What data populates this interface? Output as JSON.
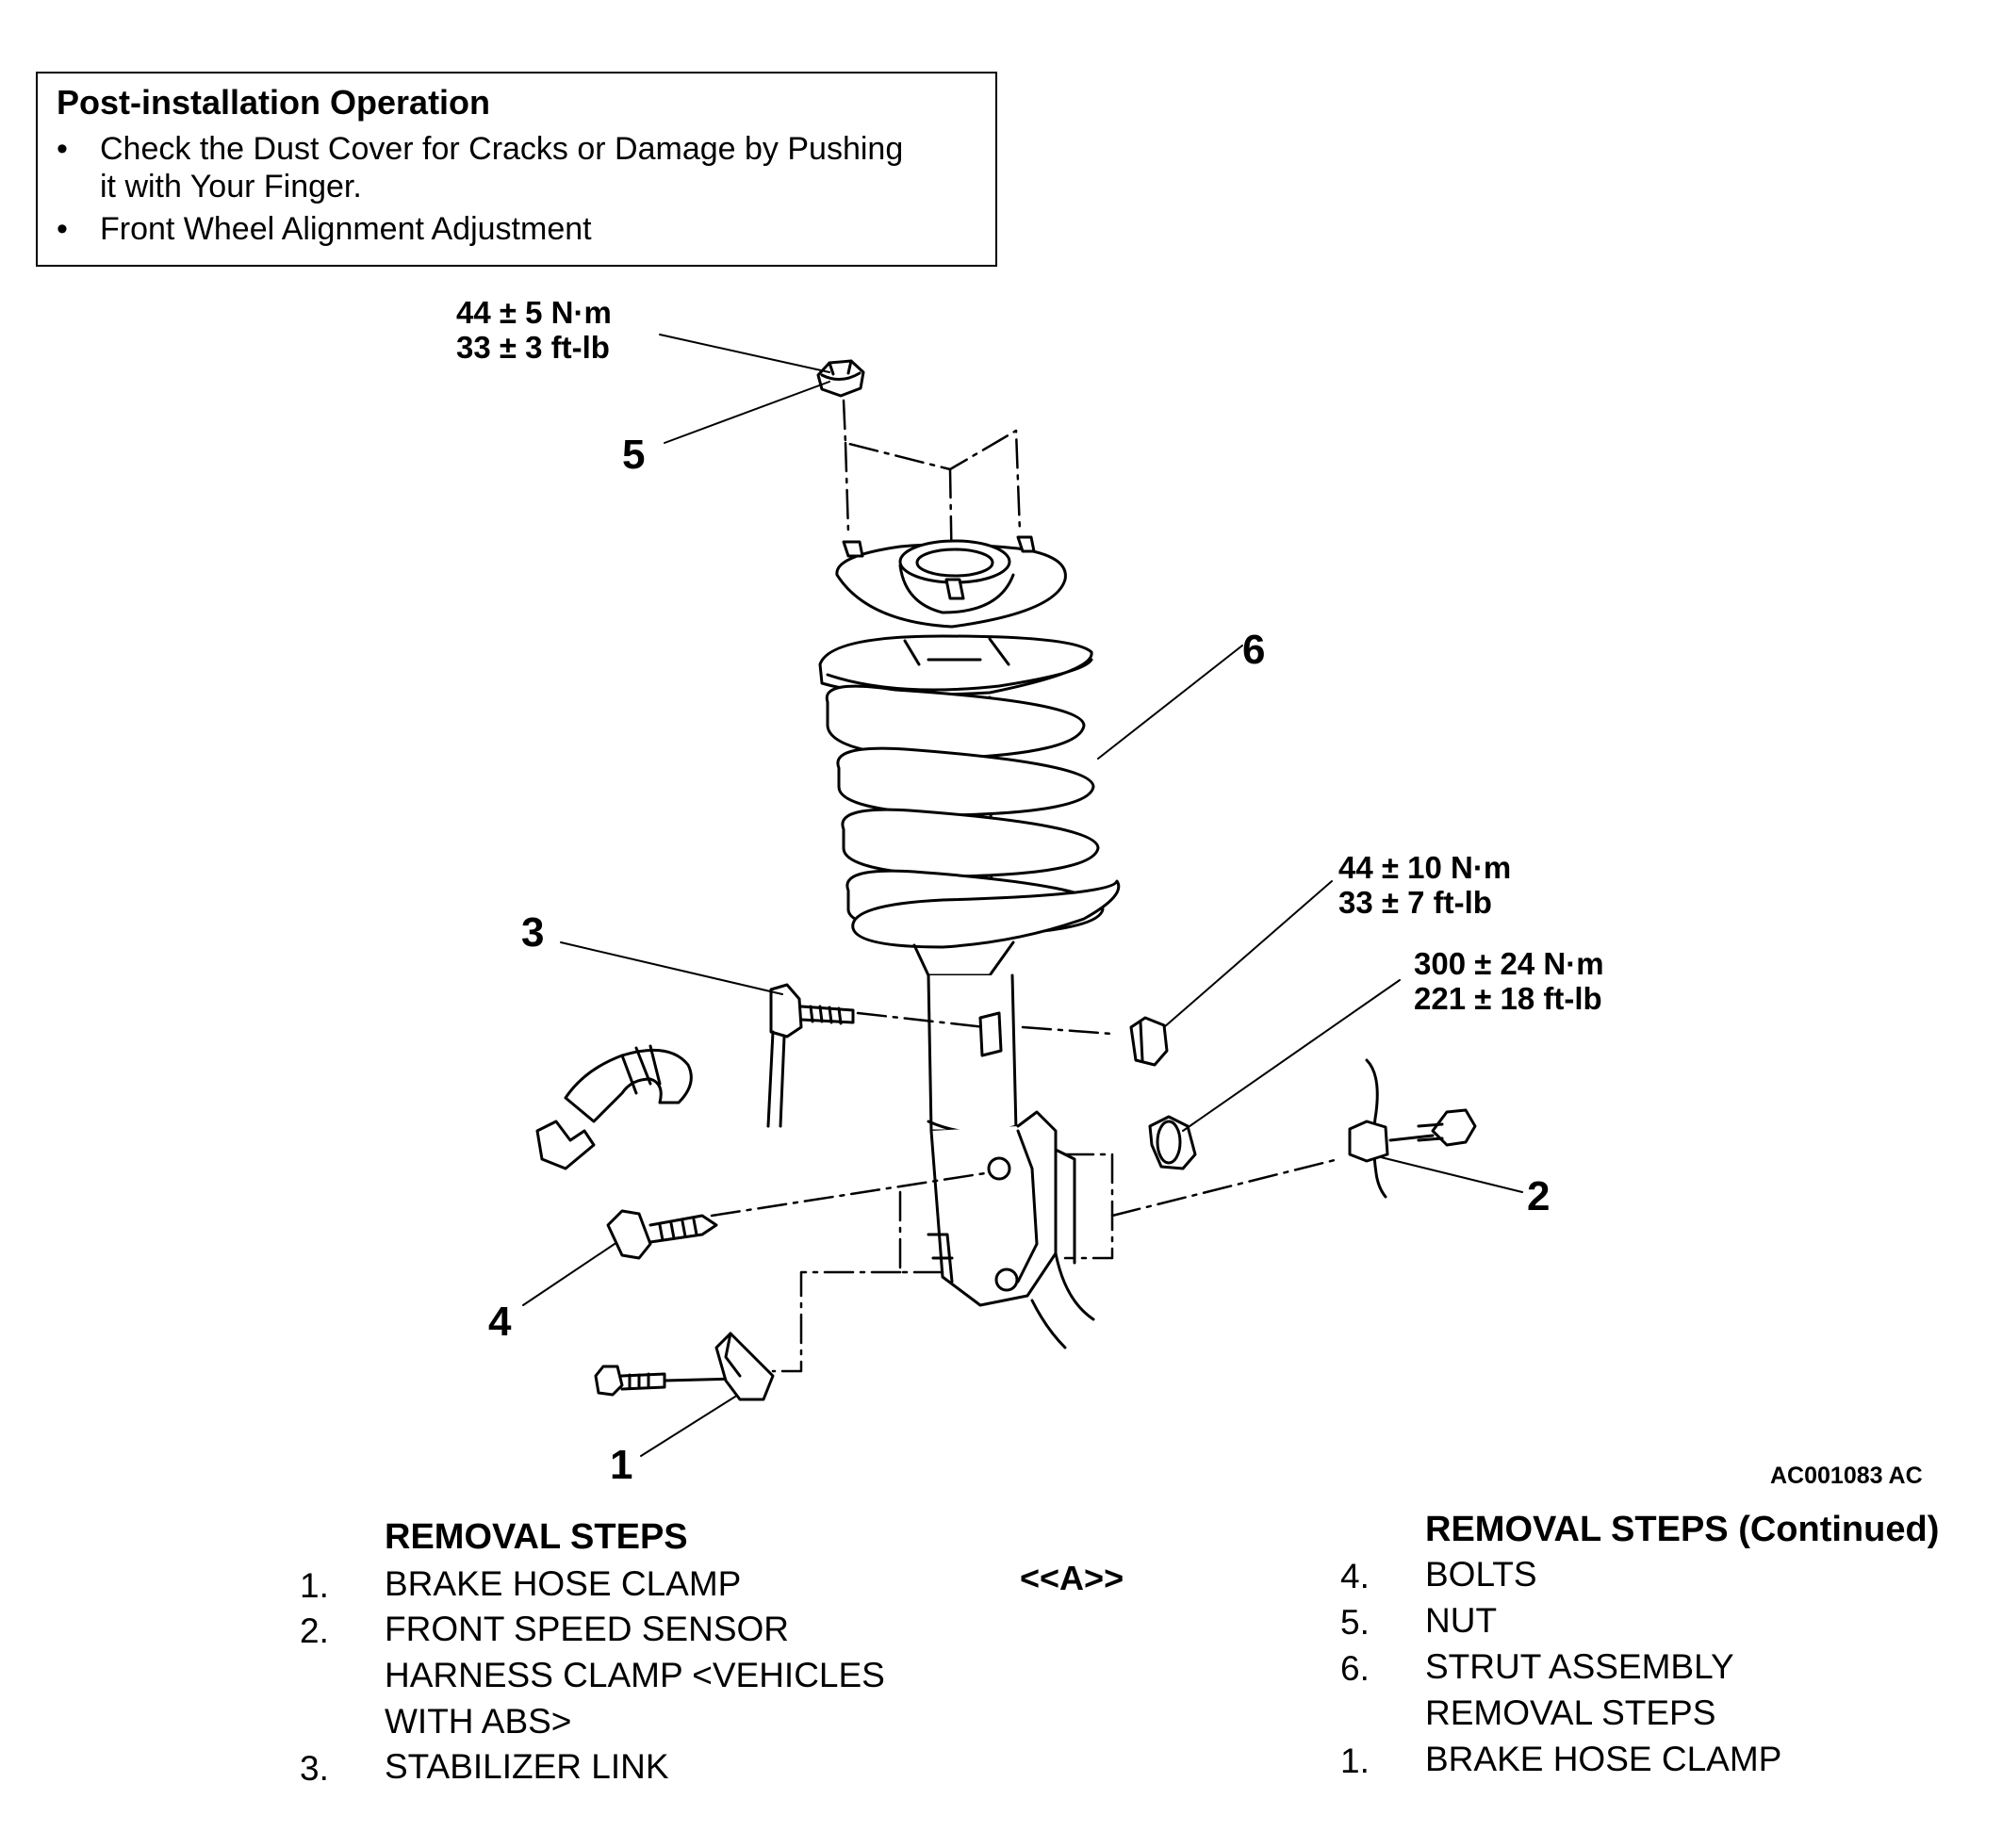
{
  "post_install": {
    "title": "Post-installation Operation",
    "items": [
      {
        "bullet": "•",
        "lines": [
          "Check the Dust Cover for Cracks or Damage by Pushing",
          "it with Your Finger."
        ]
      },
      {
        "bullet": "•",
        "lines": [
          "Front Wheel Alignment Adjustment"
        ]
      }
    ]
  },
  "callouts": [
    "1",
    "2",
    "3",
    "4",
    "5",
    "6"
  ],
  "torques": {
    "nut_top": [
      "44 ± 5 N·m",
      "33 ± 3 ft-lb"
    ],
    "mid_right": [
      "44 ± 10 N·m",
      "33 ± 7 ft-lb"
    ],
    "lower_right": [
      "300 ± 24 N·m",
      "221 ± 18 ft-lb"
    ]
  },
  "figure_code": "AC001083 AC",
  "removal_left": {
    "title": "REMOVAL STEPS",
    "steps": [
      {
        "num": "1.",
        "lines": [
          "BRAKE HOSE CLAMP"
        ]
      },
      {
        "num": "2.",
        "lines": [
          "FRONT SPEED SENSOR",
          "HARNESS CLAMP <VEHICLES",
          "WITH ABS>"
        ]
      },
      {
        "num": "3.",
        "lines": [
          "STABILIZER LINK"
        ]
      }
    ]
  },
  "marker": "<<A>>",
  "removal_right": {
    "title": "REMOVAL STEPS (Continued)",
    "steps": [
      {
        "num": "4.",
        "lines": [
          "BOLTS"
        ]
      },
      {
        "num": "5.",
        "lines": [
          "NUT"
        ]
      },
      {
        "num": "6.",
        "lines": [
          "STRUT ASSEMBLY",
          "REMOVAL STEPS"
        ]
      },
      {
        "num": "1.",
        "lines": [
          "BRAKE HOSE CLAMP"
        ]
      }
    ]
  }
}
